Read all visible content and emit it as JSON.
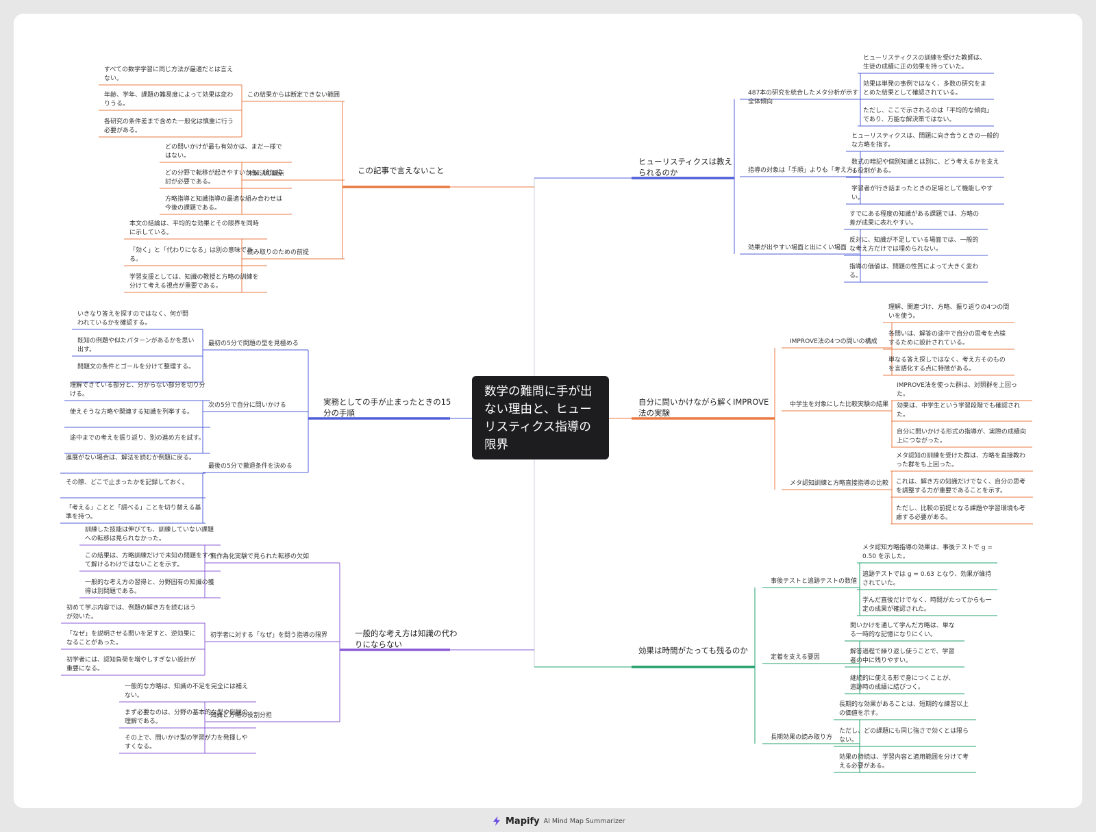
{
  "root": {
    "title": "数学の難問に手が出ない理由と、ヒューリスティクス指導の限界"
  },
  "footer": {
    "brand": "Mapify",
    "tagline": "AI Mind Map Summarizer"
  },
  "colors": {
    "orange": "#ea7a43",
    "blue": "#4f5ed8",
    "purple": "#8a5bd6",
    "green": "#22a06b",
    "root_bg": "#1d1d20"
  },
  "icons": {
    "footer_logo": "mapify-logo-icon"
  },
  "branches": [
    {
      "side": "left",
      "color": "#ea7a43",
      "label": "この記事で言えないこと",
      "children": [
        {
          "label": "この結果からは断定できない範囲",
          "children": [
            "すべての数学学習に同じ方法が最適だとは言えない。",
            "年齢、学年、課題の難易度によって効果は変わりうる。",
            "各研究の条件差まで含めた一般化は慎重に行う必要がある。"
          ]
        },
        {
          "label": "未解決の論点",
          "children": [
            "どの問いかけが最も有効かは、まだ一様ではない。",
            "どの分野で転移が起きやすいかも、追加検討が必要である。",
            "方略指導と知識指導の最適な組み合わせは今後の課題である。"
          ]
        },
        {
          "label": "読み取りのための前提",
          "children": [
            "本文の結論は、平均的な効果とその限界を同時に示している。",
            "「効く」と「代わりになる」は別の意味である。",
            "学習支援としては、知識の教授と方略の訓練を分けて考える視点が重要である。"
          ]
        }
      ]
    },
    {
      "side": "left",
      "color": "#4f5ed8",
      "label": "実務としての手が止まったときの15分の手順",
      "children": [
        {
          "label": "最初の5分で問題の型を見極める",
          "children": [
            "いきなり答えを探すのではなく、何が問われているかを確認する。",
            "既知の例題や似たパターンがあるかを思い出す。",
            "問題文の条件とゴールを分けて整理する。"
          ]
        },
        {
          "label": "次の5分で自分に問いかける",
          "children": [
            "理解できている部分と、分からない部分を切り分ける。",
            "使えそうな方略や関連する知識を列挙する。",
            "途中までの考えを振り返り、別の進め方を試す。"
          ]
        },
        {
          "label": "最後の5分で撤退条件を決める",
          "children": [
            "進展がない場合は、解法を読むか例題に戻る。",
            "その際、どこで止まったかを記録しておく。",
            "「考える」ことと「調べる」ことを切り替える基準を持つ。"
          ]
        }
      ]
    },
    {
      "side": "left",
      "color": "#8a5bd6",
      "label": "一般的な考え方は知識の代わりにならない",
      "children": [
        {
          "label": "無作為化実験で見られた転移の欠如",
          "children": [
            "訓練した技能は伸びても、訓練していない課題への転移は見られなかった。",
            "この結果は、方略訓練だけで未知の問題をすべて解けるわけではないことを示す。",
            "一般的な考え方の習得と、分野固有の知識の獲得は別問題である。"
          ]
        },
        {
          "label": "初学者に対する「なぜ」を問う指導の限界",
          "children": [
            "初めて学ぶ内容では、例題の解き方を読むほうが効いた。",
            "「なぜ」を説明させる問いを足すと、逆効果になることがあった。",
            "初学者には、認知負荷を増やしすぎない設計が重要になる。"
          ]
        },
        {
          "label": "知識と方略の役割分担",
          "children": [
            "一般的な方略は、知識の不足を完全には補えない。",
            "まず必要なのは、分野の基本的な型や例題の理解である。",
            "その上で、問いかけ型の学習が力を発揮しやすくなる。"
          ]
        }
      ]
    },
    {
      "side": "right",
      "color": "#4f5ed8",
      "label": "ヒューリスティクスは教えられるのか",
      "children": [
        {
          "label": "487本の研究を統合したメタ分析が示す全体傾向",
          "children": [
            "ヒューリスティクスの訓練を受けた教師は、生徒の成績に正の効果を持っていた。",
            "効果は単発の事例ではなく、多数の研究をまとめた結果として確認されている。",
            "ただし、ここで示されるのは「平均的な傾向」であり、万能な解決策ではない。"
          ]
        },
        {
          "label": "指導の対象は「手順」よりも「考え方」",
          "children": [
            "ヒューリスティクスは、問題に向き合うときの一般的な方略を指す。",
            "数式の暗記や個別知識とは別に、どう考えるかを支える役割がある。",
            "学習者が行き詰まったときの足場として機能しやすい。"
          ]
        },
        {
          "label": "効果が出やすい場面と出にくい場面",
          "children": [
            "すでにある程度の知識がある課題では、方略の差が成果に表れやすい。",
            "反対に、知識が不足している場面では、一般的な考え方だけでは埋められない。",
            "指導の価値は、問題の性質によって大きく変わる。"
          ]
        }
      ]
    },
    {
      "side": "right",
      "color": "#ea7a43",
      "label": "自分に問いかけながら解くIMPROVE法の実験",
      "children": [
        {
          "label": "IMPROVE法の4つの問いの構成",
          "children": [
            "理解、関連づけ、方略、振り返りの4つの問いを使う。",
            "各問いは、解答の途中で自分の思考を点検するために設計されている。",
            "単なる答え探しではなく、考え方そのものを言語化する点に特徴がある。"
          ]
        },
        {
          "label": "中学生を対象にした比較実験の結果",
          "children": [
            "IMPROVE法を使った群は、対照群を上回った。",
            "効果は、中学生という学習段階でも確認された。",
            "自分に問いかける形式の指導が、実際の成績向上につながった。"
          ]
        },
        {
          "label": "メタ認知訓練と方略直接指導の比較",
          "children": [
            "メタ認知の訓練を受けた群は、方略を直接教わった群をも上回った。",
            "これは、解き方の知識だけでなく、自分の思考を調整する力が重要であることを示す。",
            "ただし、比較の前提となる課題や学習環境も考慮する必要がある。"
          ]
        }
      ]
    },
    {
      "side": "right",
      "color": "#22a06b",
      "label": "効果は時間がたっても残るのか",
      "children": [
        {
          "label": "事後テストと追跡テストの数値",
          "children": [
            "メタ認知方略指導の効果は、事後テストで g = 0.50 を示した。",
            "追跡テストでは g = 0.63 となり、効果が維持されていた。",
            "学んだ直後だけでなく、時間がたってからも一定の成果が確認された。"
          ]
        },
        {
          "label": "定着を支える要因",
          "children": [
            "問いかけを通して学んだ方略は、単なる一時的な記憶になりにくい。",
            "解答過程で繰り返し使うことで、学習者の中に残りやすい。",
            "継続的に使える形で身につくことが、追跡時の成績に結びつく。"
          ]
        },
        {
          "label": "長期効果の読み取り方",
          "children": [
            "長期的な効果があることは、短期的な練習以上の価値を示す。",
            "ただし、どの課題にも同じ強さで効くとは限らない。",
            "効果の持続は、学習内容と適用範囲を分けて考える必要がある。"
          ]
        }
      ]
    }
  ]
}
